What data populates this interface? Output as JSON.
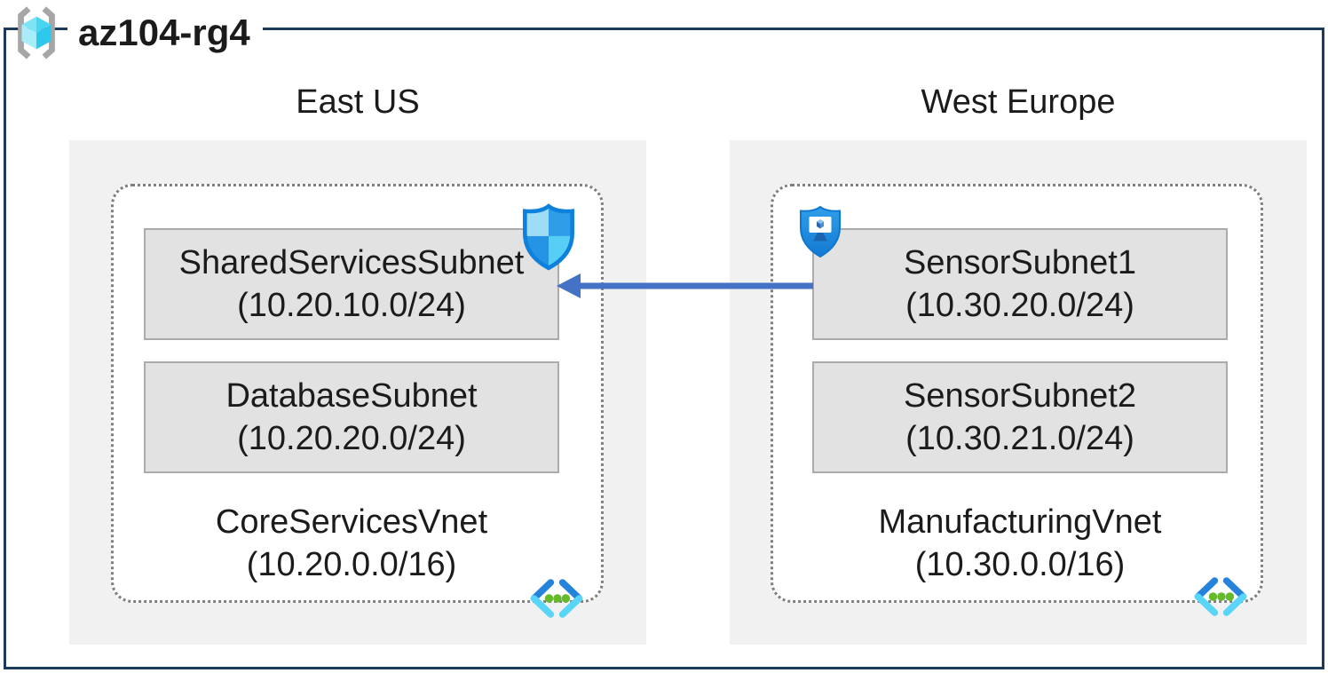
{
  "diagram": {
    "title": "az104-rg4",
    "type": "azure-virtual-network-peering-diagram"
  },
  "regions": [
    {
      "name": "East US",
      "vnet": {
        "name": "CoreServicesVnet",
        "cidr": "(10.20.0.0/16)"
      },
      "subnets": [
        {
          "name": "SharedServicesSubnet",
          "cidr": "(10.20.10.0/24)",
          "badge": "network-security-group-shield"
        },
        {
          "name": "DatabaseSubnet",
          "cidr": "(10.20.20.0/24)",
          "badge": ""
        }
      ]
    },
    {
      "name": "West Europe",
      "vnet": {
        "name": "ManufacturingVnet",
        "cidr": "(10.30.0.0/16)"
      },
      "subnets": [
        {
          "name": "SensorSubnet1",
          "cidr": "(10.30.20.0/24)",
          "badge": "application-security-group-shield"
        },
        {
          "name": "SensorSubnet2",
          "cidr": "(10.30.21.0/24)",
          "badge": ""
        }
      ]
    }
  ],
  "connection": {
    "from": "SensorSubnet1",
    "to": "SharedServicesSubnet",
    "direction": "right-to-left",
    "color": "#4472c4"
  },
  "icons": {
    "title": "resource-group-icon",
    "vnet_corner": "virtual-network-icon",
    "east_badge": "network-security-group-shield-icon",
    "west_badge": "application-security-group-shield-icon"
  },
  "colors": {
    "frame": "#1b3a5c",
    "region_background": "#f1f1f1",
    "subnet_background": "#e2e2e2",
    "subnet_border": "#ababab",
    "vnet_dotted_border": "#7f7f7f",
    "arrow": "#4472c4",
    "text": "#1b1b1b",
    "vnet_icon_dark_blue": "#2583db",
    "vnet_icon_cyan": "#58d5f7",
    "vnet_icon_green": "#65ba29"
  }
}
